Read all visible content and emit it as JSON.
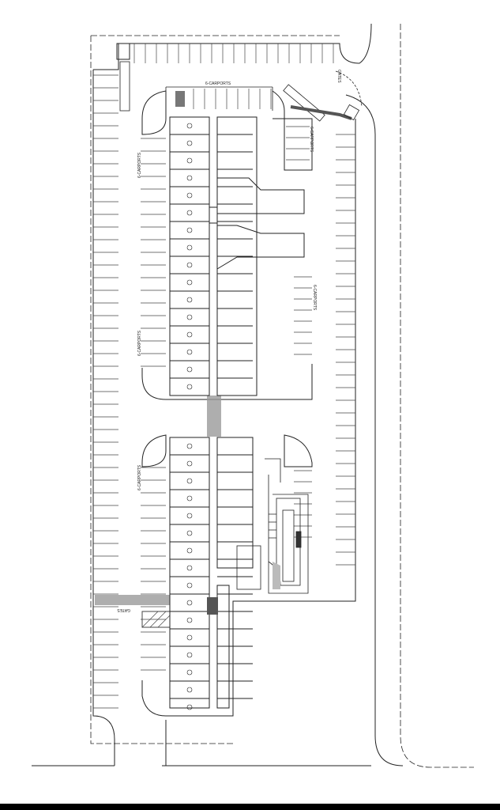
{
  "drawing": {
    "type": "site plan",
    "labels": {
      "carports_top": "6-CARPORTS",
      "carports_right_upper": "6-CARPORTS",
      "carports_right_middle": "6-CARPORTS",
      "carports_left_upper": "6-CARPORTS",
      "carports_left_middle": "6-CARPORTS",
      "carports_left_lower": "6-CARPORTS",
      "gates_north": "GATES",
      "gates_west": "GATES"
    },
    "colors": {
      "line": "#222222",
      "walkway": "#9a9a9a",
      "background": "#ffffff"
    }
  }
}
